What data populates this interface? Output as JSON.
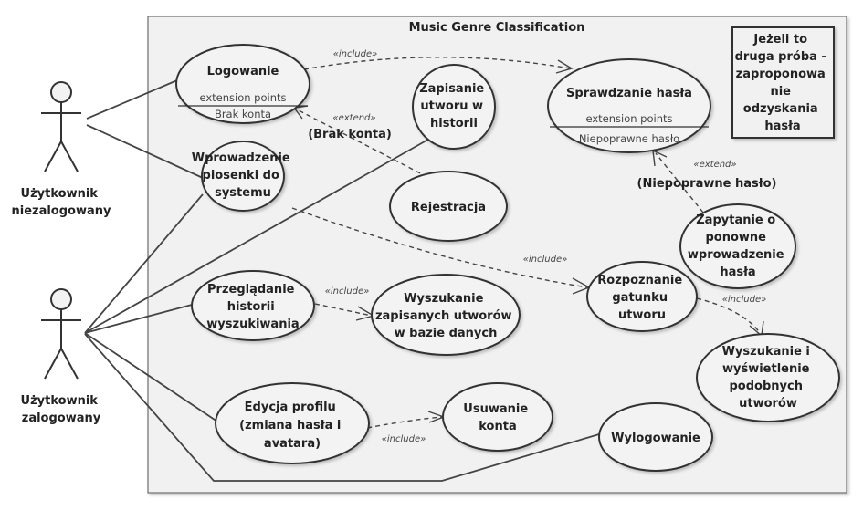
{
  "system": {
    "title": "Music Genre Classification"
  },
  "note": {
    "lines": [
      "Jeżeli to",
      "druga próba -",
      "zaproponowa",
      "nie",
      "odzyskania",
      "hasła"
    ]
  },
  "actors": {
    "guest": {
      "lines": [
        "Użytkownik",
        "niezalogowany"
      ]
    },
    "user": {
      "lines": [
        "Użytkownik",
        "zalogowany"
      ]
    }
  },
  "usecases": {
    "logowanie": {
      "lines": [
        "Logowanie"
      ],
      "ep_title": "extension points",
      "ep_item": "Brak konta"
    },
    "zapisanie": {
      "lines": [
        "Zapisanie",
        "utworu w",
        "historii"
      ]
    },
    "sprawdzanie": {
      "lines": [
        "Sprawdzanie hasła"
      ],
      "ep_title": "extension points",
      "ep_item": "Niepoprawne hasło"
    },
    "wprowadzenie": {
      "lines": [
        "Wprowadzenie",
        "piosenki do",
        "systemu"
      ]
    },
    "rejestracja": {
      "lines": [
        "Rejestracja"
      ]
    },
    "zapytanie": {
      "lines": [
        "Zapytanie o",
        "ponowne",
        "wprowadzenie",
        "hasła"
      ]
    },
    "przegladanie": {
      "lines": [
        "Przeglądanie",
        "historii",
        "wyszukiwania"
      ]
    },
    "wyszukanie_zap": {
      "lines": [
        "Wyszukanie",
        "zapisanych utworów",
        "w bazie danych"
      ]
    },
    "rozpoznanie": {
      "lines": [
        "Rozpoznanie",
        "gatunku",
        "utworu"
      ]
    },
    "wyszukanie_wysw": {
      "lines": [
        "Wyszukanie i",
        "wyświetlenie",
        "podobnych",
        "utworów"
      ]
    },
    "edycja": {
      "lines": [
        "Edycja profilu",
        "(zmiana hasła i",
        "avatara)"
      ]
    },
    "usuwanie": {
      "lines": [
        "Usuwanie",
        "konta"
      ]
    },
    "wylogowanie": {
      "lines": [
        "Wylogowanie"
      ]
    }
  },
  "relations": {
    "include": "«include»",
    "extend": "«extend»",
    "cond_brak": "(Brak konta)",
    "cond_niepop": "(Niepoprawne hasło)"
  }
}
